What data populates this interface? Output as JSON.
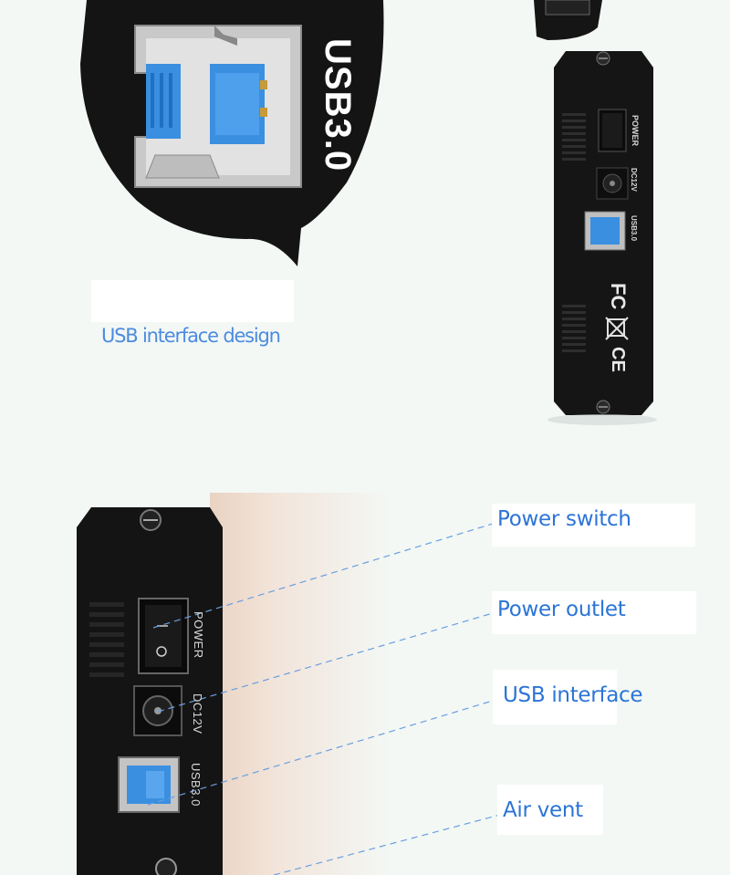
{
  "caption": "USB interface design",
  "zoom_label": "USB3.0",
  "device_labels": {
    "power": "POWER",
    "dc": "DC12V",
    "usb": "USB3.0",
    "switch_on": "—",
    "switch_off": "O"
  },
  "certifications": [
    "FC",
    "CE"
  ],
  "callouts": [
    {
      "label": "Power switch"
    },
    {
      "label": "Power outlet"
    },
    {
      "label": "USB interface"
    },
    {
      "label": "Air vent"
    }
  ],
  "colors": {
    "accent": "#2c74d6",
    "usb_blue": "#3a8fe0",
    "enclosure": "#151515"
  }
}
